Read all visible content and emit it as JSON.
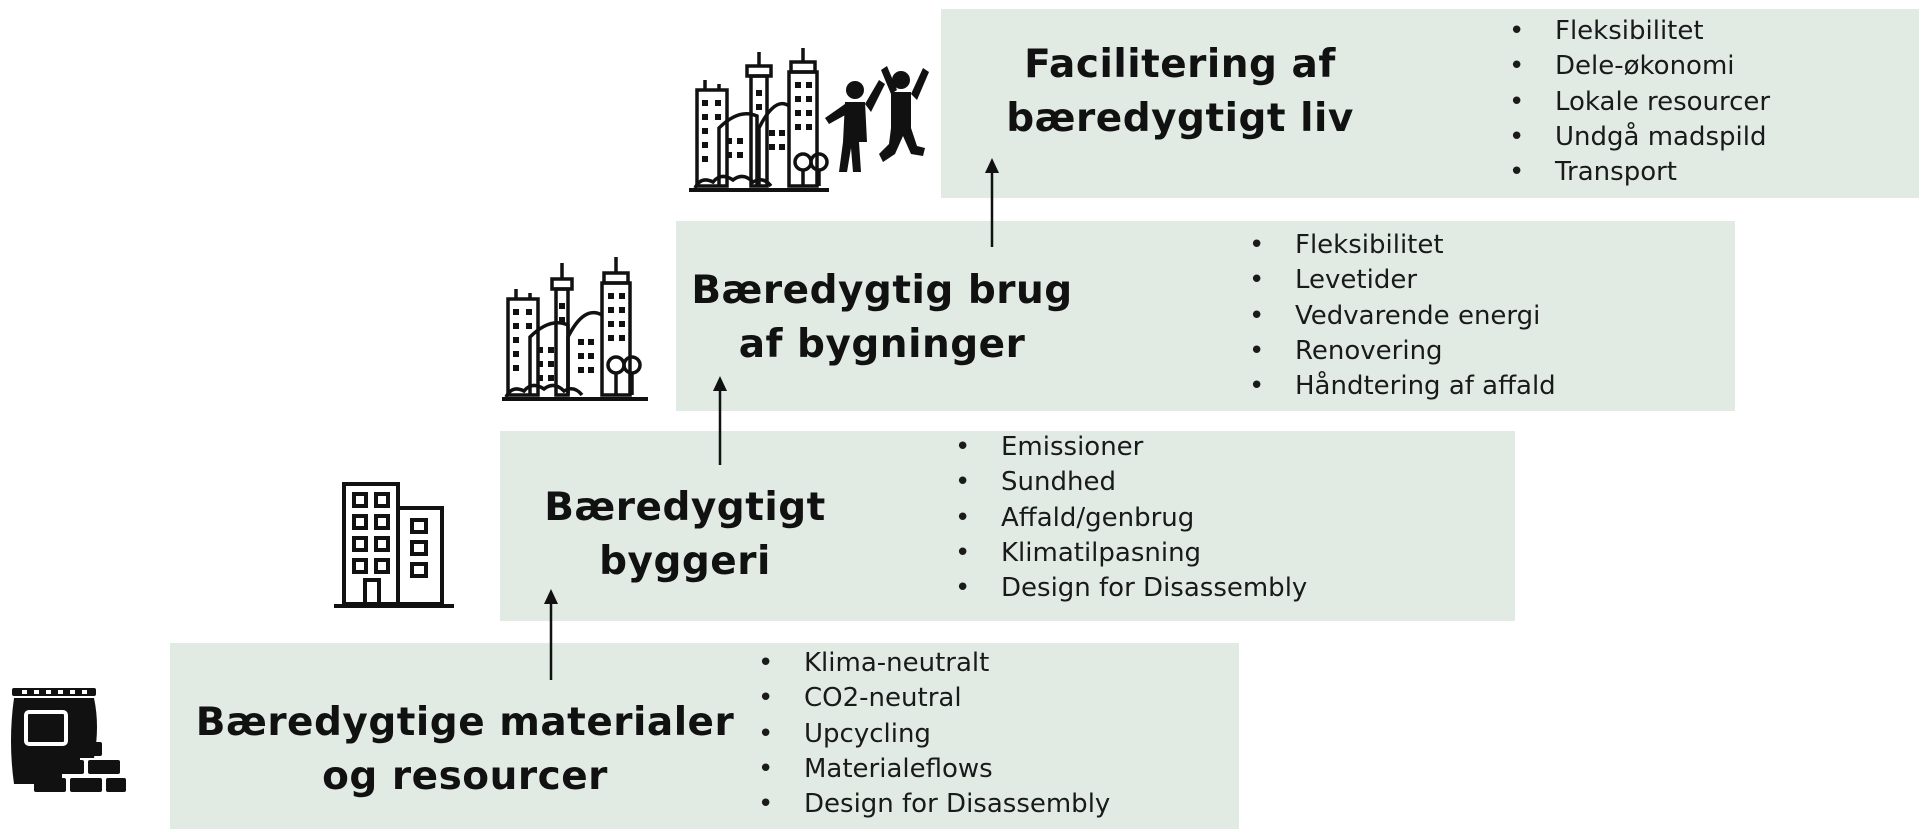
{
  "steps": [
    {
      "title_lines": [
        "Bæredygtige materialer",
        "og resourcer"
      ],
      "bullets": [
        "Klima-neutralt",
        "CO2-neutral",
        "Upcycling",
        "Materialeflows",
        "Design for Disassembly"
      ],
      "icon": "building-materials-icon"
    },
    {
      "title_lines": [
        "Bæredygtigt",
        "byggeri"
      ],
      "bullets": [
        "Emissioner",
        "Sundhed",
        "Affald/genbrug",
        "Klimatilpasning",
        "Design for Disassembly"
      ],
      "icon": "office-building-icon"
    },
    {
      "title_lines": [
        "Bæredygtig brug",
        "af bygninger"
      ],
      "bullets": [
        "Fleksibilitet",
        "Levetider",
        "Vedvarende energi",
        "Renovering",
        "Håndtering af affald"
      ],
      "icon": "city-skyline-icon"
    },
    {
      "title_lines": [
        "Facilitering af",
        "bæredygtigt liv"
      ],
      "bullets": [
        "Fleksibilitet",
        "Dele-økonomi",
        "Lokale resourcer",
        "Undgå madspild",
        "Transport"
      ],
      "icon": "city-people-icon"
    }
  ],
  "colors": {
    "step_fill": "#e1ebe4",
    "text": "#1a1a1a",
    "icon": "#111111"
  }
}
